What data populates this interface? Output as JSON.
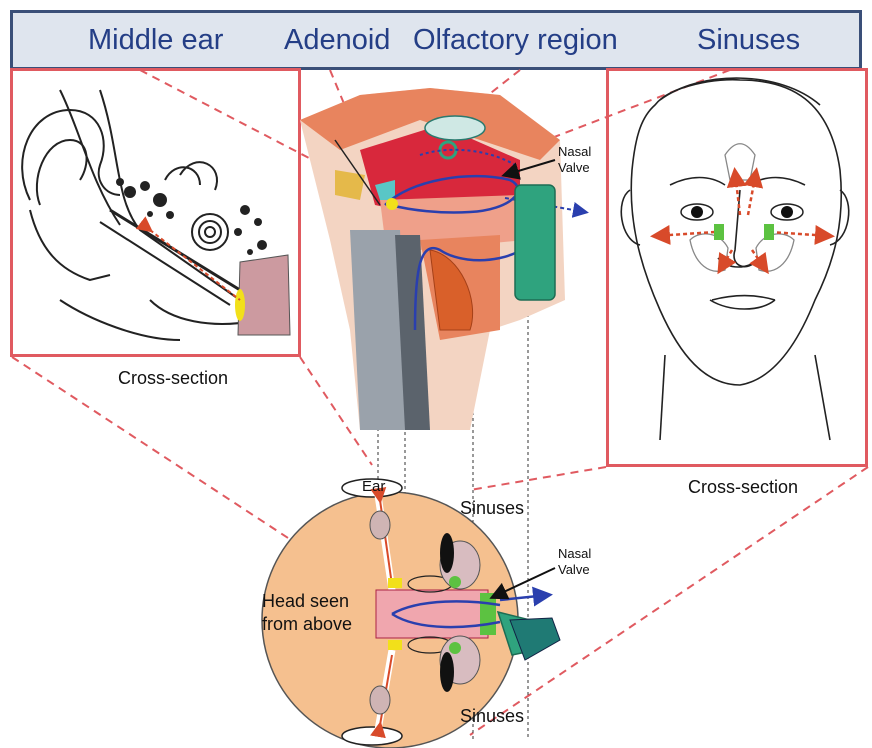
{
  "header": {
    "middle_ear": "Middle ear",
    "adenoid": "Adenoid",
    "olfactory": "Olfactory region",
    "sinuses": "Sinuses"
  },
  "labels": {
    "cross_section_left": "Cross-section",
    "cross_section_right": "Cross-section",
    "nasal_valve_top": [
      "Nasal",
      "Valve"
    ],
    "nasal_valve_bottom": [
      "Nasal",
      "Valve"
    ],
    "ear": "Ear",
    "sinuses_top": "Sinuses",
    "sinuses_bottom": "Sinuses",
    "head_seen_from_above": [
      "Head seen",
      "from above"
    ]
  },
  "colors": {
    "header_bg": "#dfe5ee",
    "header_border": "#3a4f78",
    "header_text": "#243e86",
    "panel_border": "#e05a60",
    "dashed_connector": "#e05a60",
    "head_fill": "#f5c08f",
    "nasal_cavity": "#d8283c",
    "airflow": "#2a3fae",
    "device": "#2fa37e",
    "adenoid_marker": "#f2e01a"
  }
}
